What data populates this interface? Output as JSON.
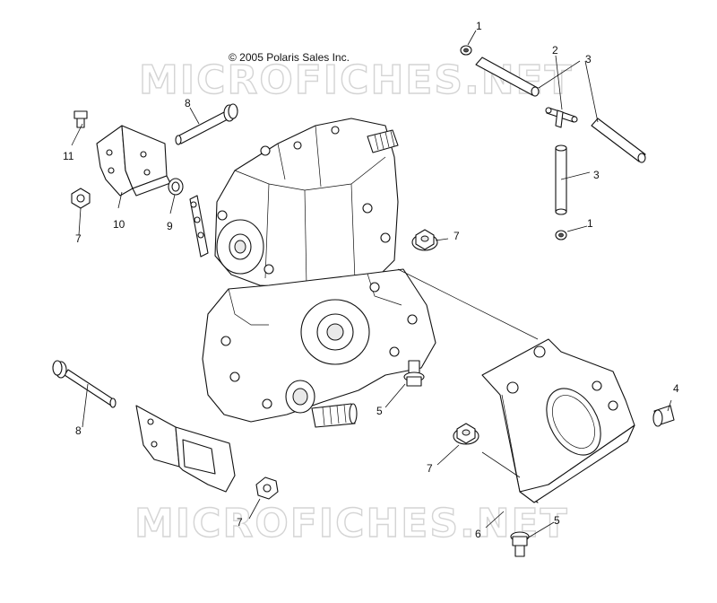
{
  "copyright": "© 2005 Polaris Sales Inc.",
  "watermark": "MICROFICHES.NET",
  "callouts": [
    {
      "id": "c1a",
      "label": "1"
    },
    {
      "id": "c2",
      "label": "2"
    },
    {
      "id": "c3a",
      "label": "3"
    },
    {
      "id": "c3b",
      "label": "3"
    },
    {
      "id": "c1b",
      "label": "1"
    },
    {
      "id": "c8a",
      "label": "8"
    },
    {
      "id": "c11",
      "label": "11"
    },
    {
      "id": "c7a",
      "label": "7"
    },
    {
      "id": "c10",
      "label": "10"
    },
    {
      "id": "c9",
      "label": "9"
    },
    {
      "id": "c7b",
      "label": "7"
    },
    {
      "id": "c4",
      "label": "4"
    },
    {
      "id": "c5a",
      "label": "5"
    },
    {
      "id": "c8b",
      "label": "8"
    },
    {
      "id": "c7c",
      "label": "7"
    },
    {
      "id": "c7d",
      "label": "7"
    },
    {
      "id": "c6",
      "label": "6"
    },
    {
      "id": "c5b",
      "label": "5"
    }
  ]
}
